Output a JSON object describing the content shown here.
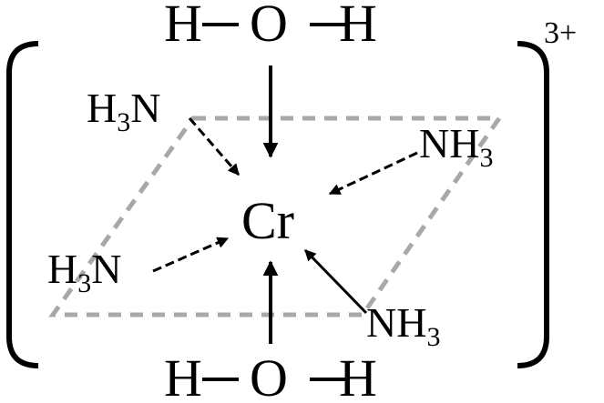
{
  "central_atom": "Cr",
  "charge": "3+",
  "ligands": {
    "water_top": {
      "h_left": "H",
      "o": "O",
      "h_right": "H"
    },
    "water_bottom": {
      "h_left": "H",
      "o": "O",
      "h_right": "H"
    },
    "ammine_upper_left": {
      "prefix": "H",
      "subscript": "3",
      "atom": "N"
    },
    "ammine_lower_left": {
      "prefix": "H",
      "subscript": "3",
      "atom": "N"
    },
    "ammine_upper_right": {
      "base": "NH",
      "subscript": "3"
    },
    "ammine_lower_right": {
      "base": "NH",
      "subscript": "3"
    }
  },
  "colors": {
    "ink": "#000000",
    "dashed_plane": "#a8a8a8"
  }
}
